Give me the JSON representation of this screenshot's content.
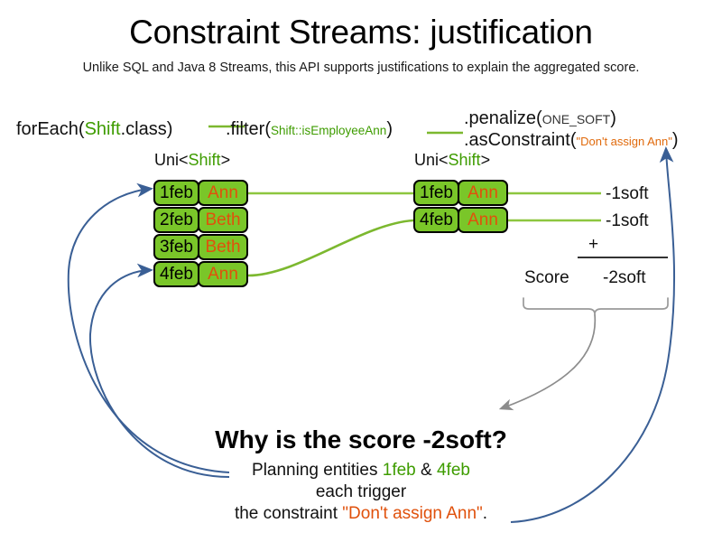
{
  "slide": {
    "title": "Constraint Streams: justification",
    "subtitle": "Unlike SQL and Java 8 Streams, this API supports justifications to explain the aggregated score."
  },
  "pipeline": {
    "foreach": {
      "prefix": "forEach(",
      "type": "Shift",
      "suffix": ".class)"
    },
    "filter": {
      "prefix": ".filter(",
      "arg": "Shift::isEmployeeAnn",
      "suffix": ")"
    },
    "penalize": {
      "prefix": ".penalize(",
      "arg": "ONE_SOFT",
      "suffix": ")"
    },
    "asconstraint": {
      "prefix": ".asConstraint(",
      "arg": "\"Don't assign Ann\"",
      "suffix": ")"
    }
  },
  "streams": {
    "left": {
      "label_prefix": "Uni<",
      "label_type": "Shift",
      "label_suffix": ">",
      "tuples": [
        {
          "date": "1feb",
          "employee": "Ann"
        },
        {
          "date": "2feb",
          "employee": "Beth"
        },
        {
          "date": "3feb",
          "employee": "Beth"
        },
        {
          "date": "4feb",
          "employee": "Ann"
        }
      ]
    },
    "right": {
      "label_prefix": "Uni<",
      "label_type": "Shift",
      "label_suffix": ">",
      "tuples": [
        {
          "date": "1feb",
          "employee": "Ann"
        },
        {
          "date": "4feb",
          "employee": "Ann"
        }
      ]
    }
  },
  "scores": {
    "impacts": [
      "-1soft",
      "-1soft"
    ],
    "operator": "+",
    "score_label": "Score",
    "total": "-2soft"
  },
  "explanation": {
    "question": "Why is the score -2soft?",
    "line1_prefix": "Planning entities ",
    "line1_entity_a": "1feb",
    "line1_amp": " & ",
    "line1_entity_b": "4feb",
    "line2": "each trigger",
    "line3_prefix": "the constraint ",
    "line3_literal": "\"Don't assign Ann\"",
    "line3_suffix": "."
  },
  "colors": {
    "tuple_fill": "#7ac629",
    "employee_text": "#e0510c",
    "type_green": "#3e9c00",
    "connector_green": "#8dc63f",
    "justification_blue": "#3a5f95",
    "bracket_gray": "#9a9a9a"
  }
}
